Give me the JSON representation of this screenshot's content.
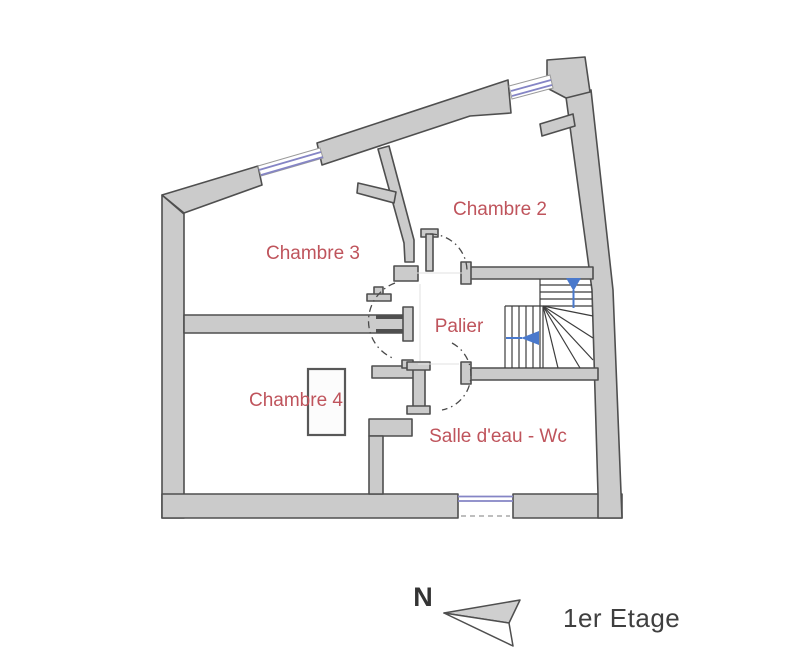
{
  "plan": {
    "type": "floor-plan",
    "room_labels": {
      "chambre2": "Chambre 2",
      "chambre3": "Chambre 3",
      "chambre4": "Chambre 4",
      "palier": "Palier",
      "salle_eau": "Salle d'eau - Wc"
    },
    "features": [
      "staircase-with-winders",
      "door-swing-arcs",
      "three-windows",
      "chimney-block"
    ],
    "stair_direction_arrows": 2
  },
  "legend": {
    "floor": "1er Etage",
    "north": "N"
  },
  "colors": {
    "wall_fill": "#cbcbcb",
    "wall_stroke": "#4f4f4f",
    "label_red": "#bf545c",
    "window_blue": "#8585c5",
    "arrow_blue": "#4a79cc",
    "title_text": "#3f3f3f",
    "background": "#ffffff"
  }
}
